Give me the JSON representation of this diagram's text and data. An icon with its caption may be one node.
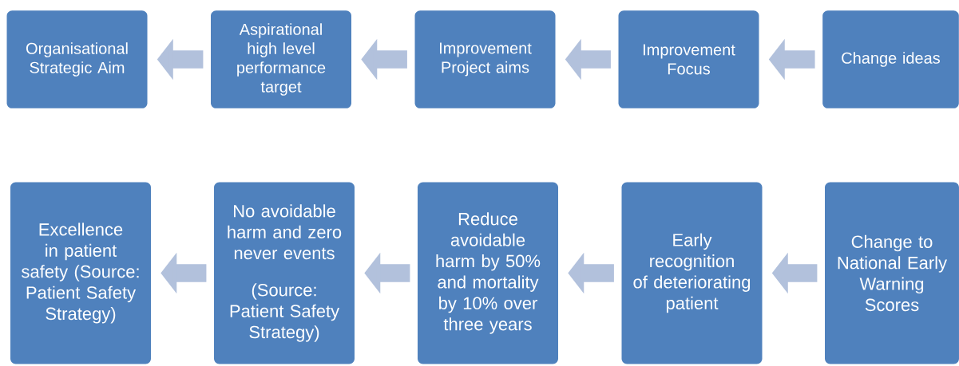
{
  "diagram": {
    "nodes": [
      {
        "text": [
          "Organisational Strategic Aim"
        ]
      },
      {
        "text": [
          "Aspirational high level performance target"
        ]
      },
      {
        "text": [
          "Improvement Project aims"
        ]
      },
      {
        "text": [
          "Improvement Focus"
        ]
      },
      {
        "text": [
          "Change ideas"
        ]
      },
      {
        "text": [
          "Excellence in patient safety (Source: Patient Safety Strategy)"
        ]
      },
      {
        "text": [
          "No avoidable harm and zero never events",
          "(Source: Patient Safety Strategy)"
        ]
      },
      {
        "text": [
          "Reduce avoidable harm by 50% and mortality by 10% over three years"
        ]
      },
      {
        "text": [
          "Early recognition of deteriorating patient"
        ]
      },
      {
        "text": [
          "Change to National Early Warning Scores"
        ]
      }
    ],
    "edges": [
      {
        "from": 1,
        "to": 0,
        "arrow": "to"
      },
      {
        "from": 2,
        "to": 1,
        "arrow": "to"
      },
      {
        "from": 3,
        "to": 2,
        "arrow": "to"
      },
      {
        "from": 4,
        "to": 3,
        "arrow": "to"
      },
      {
        "from": 6,
        "to": 5,
        "arrow": "to"
      },
      {
        "from": 7,
        "to": 6,
        "arrow": "to"
      },
      {
        "from": 8,
        "to": 7,
        "arrow": "to"
      },
      {
        "from": 9,
        "to": 8,
        "arrow": "to"
      }
    ]
  }
}
